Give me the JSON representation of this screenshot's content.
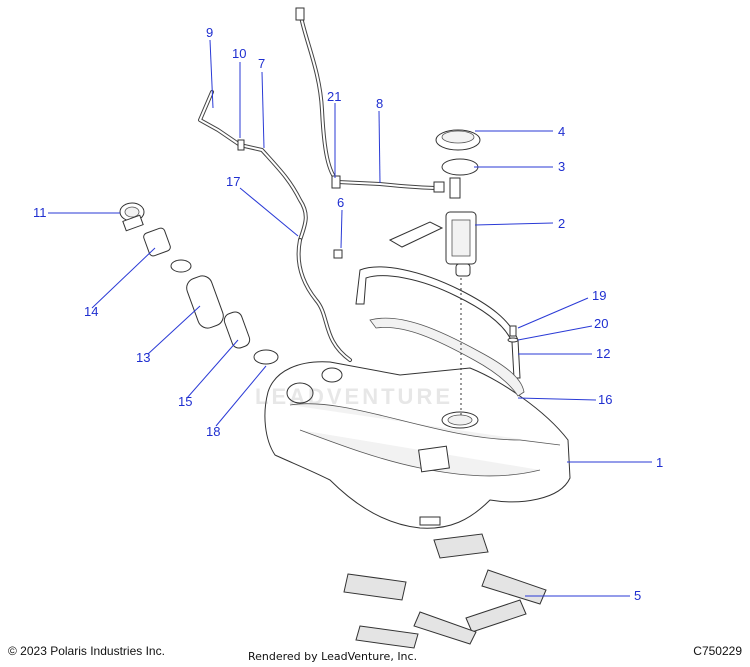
{
  "diagram": {
    "callouts": [
      {
        "id": "1",
        "label": "1"
      },
      {
        "id": "2",
        "label": "2"
      },
      {
        "id": "3",
        "label": "3"
      },
      {
        "id": "4",
        "label": "4"
      },
      {
        "id": "5",
        "label": "5"
      },
      {
        "id": "6",
        "label": "6"
      },
      {
        "id": "7",
        "label": "7"
      },
      {
        "id": "8",
        "label": "8"
      },
      {
        "id": "9",
        "label": "9"
      },
      {
        "id": "10",
        "label": "10"
      },
      {
        "id": "11",
        "label": "11"
      },
      {
        "id": "12",
        "label": "12"
      },
      {
        "id": "13",
        "label": "13"
      },
      {
        "id": "14",
        "label": "14"
      },
      {
        "id": "15",
        "label": "15"
      },
      {
        "id": "16",
        "label": "16"
      },
      {
        "id": "17",
        "label": "17"
      },
      {
        "id": "18",
        "label": "18"
      },
      {
        "id": "19",
        "label": "19"
      },
      {
        "id": "20",
        "label": "20"
      },
      {
        "id": "21",
        "label": "21"
      }
    ],
    "watermark": "LEADVENTURE"
  },
  "footer": {
    "copyright": "© 2023 Polaris Industries Inc.",
    "rendered_by": "Rendered by LeadVenture, Inc.",
    "diagram_code": "C750229"
  },
  "colors": {
    "callout": "#1f2fd0",
    "line": "#333333"
  }
}
